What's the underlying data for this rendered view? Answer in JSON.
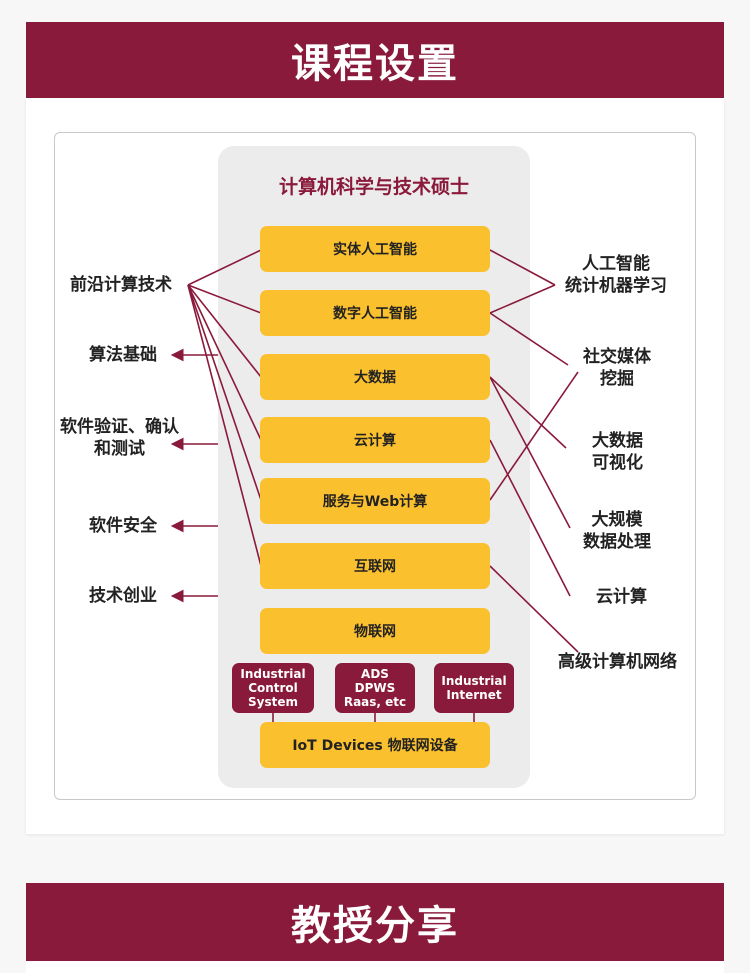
{
  "banner_top": {
    "title": "课程设置"
  },
  "banner_bottom": {
    "title": "教授分享"
  },
  "diagram": {
    "title": "计算机科学与技术硕士",
    "courses": [
      "实体人工智能",
      "数字人工智能",
      "大数据",
      "云计算",
      "服务与Web计算",
      "互联网",
      "物联网"
    ],
    "sub_items": [
      [
        "Industrial",
        "Control",
        "System"
      ],
      [
        "ADS",
        "DPWS",
        "Raas, etc"
      ],
      [
        "Industrial",
        "Internet"
      ]
    ],
    "iot_box": "IoT Devices 物联网设备",
    "left_labels": {
      "frontier": "前沿计算技术",
      "algorithms": "算法基础",
      "software_verify": [
        "软件验证、确认",
        "和测试"
      ],
      "software_security": "软件安全",
      "entrepreneurship": "技术创业"
    },
    "right_labels": {
      "ai": [
        "人工智能",
        "统计机器学习"
      ],
      "social": [
        "社交媒体",
        "挖掘"
      ],
      "bigdata_vis": [
        "大数据",
        "可视化"
      ],
      "largescale": [
        "大规模",
        "数据处理"
      ],
      "cloud": "云计算",
      "network": "高级计算机网络"
    },
    "colors": {
      "maroon": "#8a1a3b",
      "yellow": "#fbc02d",
      "panel_gray": "#ececec"
    }
  }
}
